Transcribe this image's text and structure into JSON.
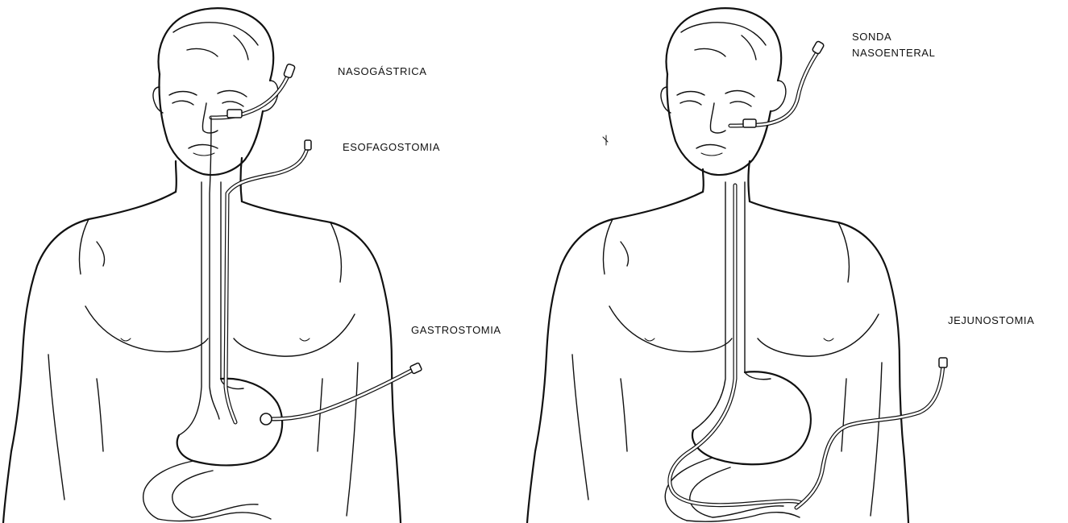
{
  "labels": {
    "nasogastrica": "NASOGÁSTRICA",
    "esofagostomia": "ESOFAGOSTOMIA",
    "gastrostomia": "GASTROSTOMIA",
    "sonda_line1": "SONDA",
    "sonda_line2": "NASOENTERAL",
    "jejunostomia": "JEJUNOSTOMIA"
  },
  "colors": {
    "background": "#ffffff",
    "ink": "#111111"
  }
}
